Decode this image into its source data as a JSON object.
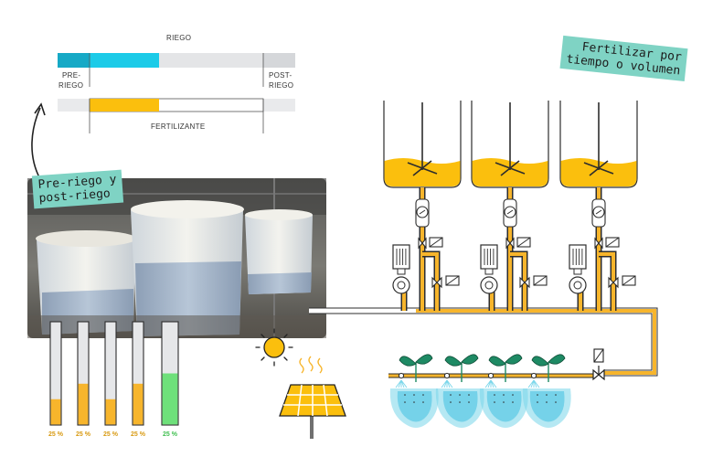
{
  "timeline": {
    "riego_label": "RIEGO",
    "pre_riego_line1": "PRE-",
    "pre_riego_line2": "RIEGO",
    "post_riego_line1": "POST-",
    "post_riego_line2": "RIEGO",
    "fertilizante_label": "FERTILIZANTE",
    "pre_riego_fraction": 0.09,
    "riego_active_fraction": 0.42,
    "post_riego_fraction": 0.13,
    "fertilizante_start_fraction": 0.13,
    "fertilizante_end_fraction": 0.42
  },
  "tags": {
    "pre_post_line1": "Pre-riego y",
    "pre_post_line2": "post-riego",
    "fertilizar_line1": "Fertilizar por",
    "fertilizar_line2": "tiempo o volumen"
  },
  "gauges": [
    {
      "label": "25 %",
      "level": 0.25,
      "color": "#f7b52c"
    },
    {
      "label": "25 %",
      "level": 0.4,
      "color": "#f7b52c"
    },
    {
      "label": "25 %",
      "level": 0.25,
      "color": "#f7b52c"
    },
    {
      "label": "25 %",
      "level": 0.4,
      "color": "#f7b52c"
    },
    {
      "label": "25 %",
      "level": 0.5,
      "color": "#6ee07a"
    }
  ],
  "colors": {
    "pipe": "#f7b52c",
    "liquid": "#fbbf0d",
    "teal": "#7fd3c4",
    "riego_blue": "#1ccbe8",
    "pre_blue": "#16a9c6",
    "water": "#79d6ea",
    "leaf": "#1e8a64",
    "line": "#2d2d2d"
  },
  "icons": [
    "sun-icon",
    "heat-waves-icon",
    "solar-panel-icon",
    "arrow-icon",
    "tank-icon",
    "valve-icon",
    "pump-icon",
    "flowmeter-icon",
    "plant-icon",
    "dripper-icon"
  ]
}
